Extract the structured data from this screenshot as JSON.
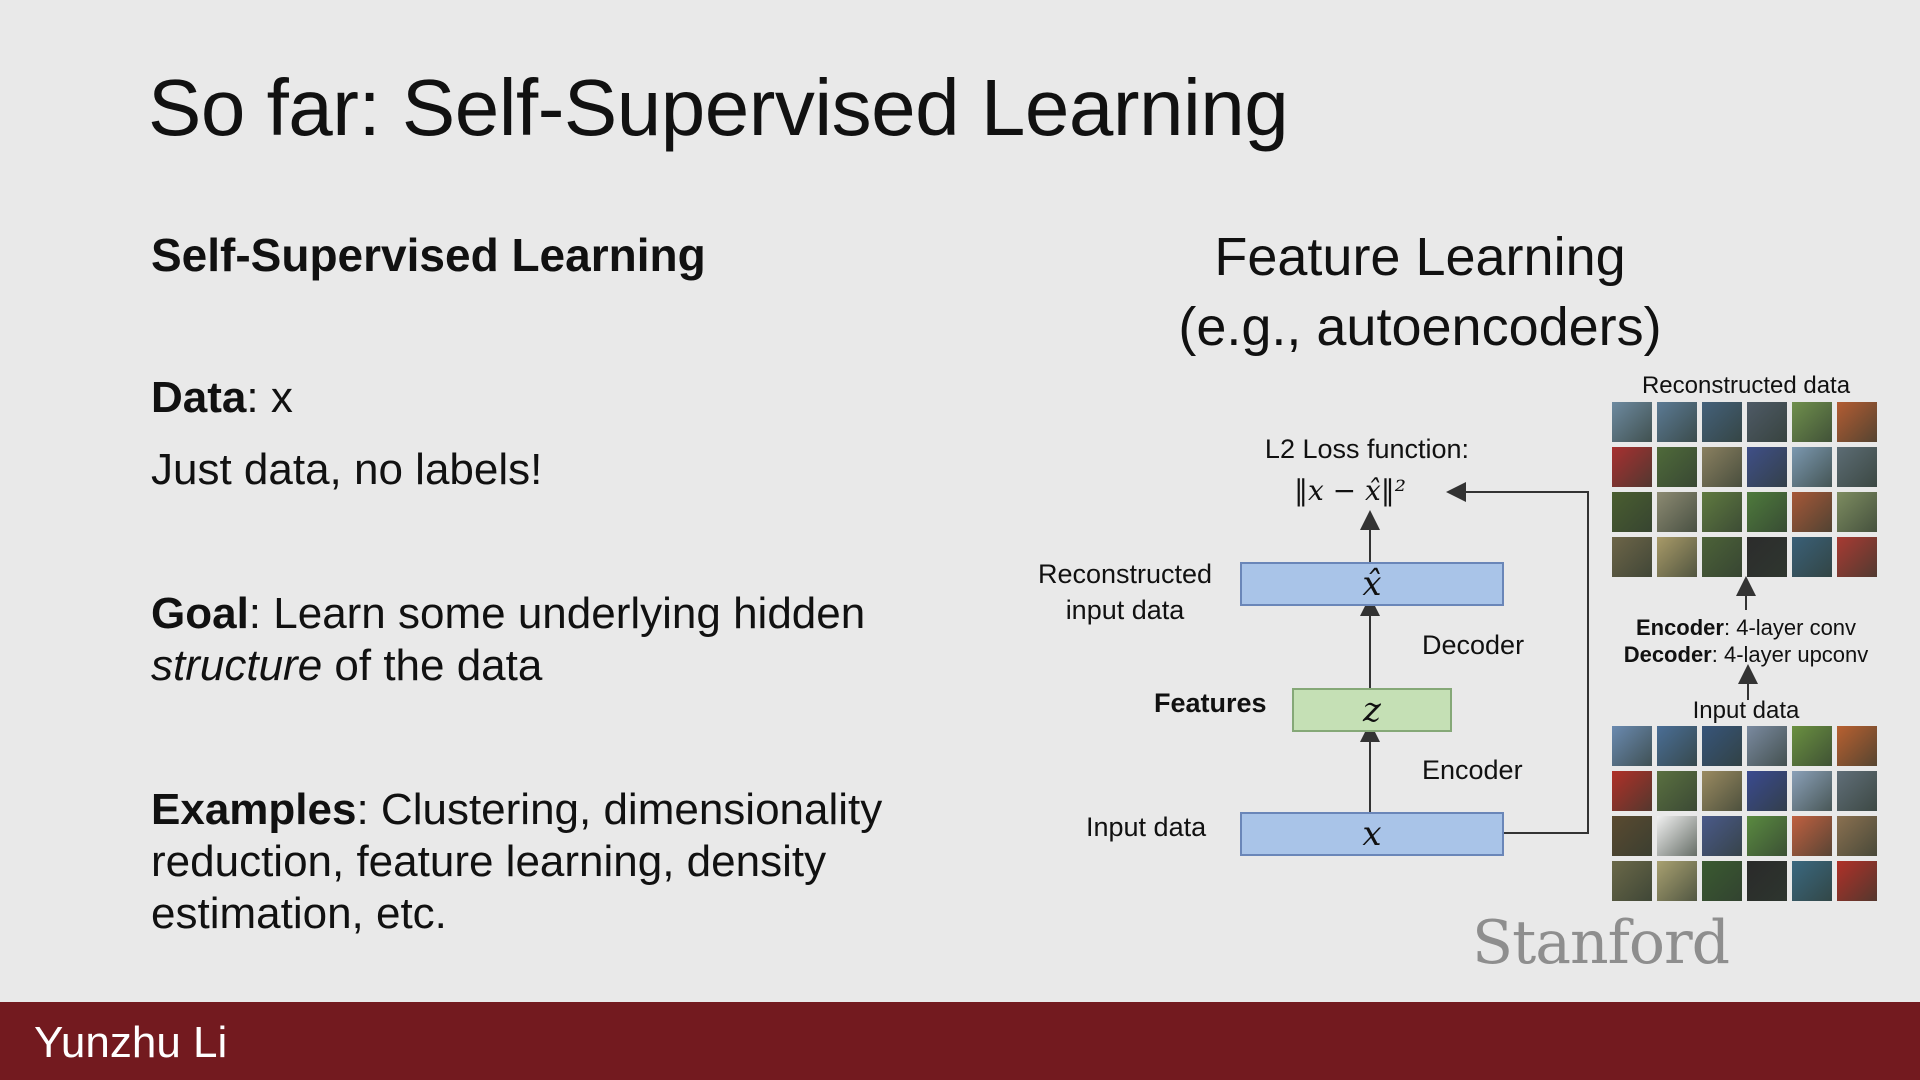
{
  "slide": {
    "title": "So far: Self-Supervised Learning",
    "left": {
      "heading": "Self-Supervised Learning",
      "data_label": "Data",
      "data_value": ": x",
      "just_data": "Just data, no labels!",
      "goal_label": "Goal",
      "goal_text_1": ": Learn some underlying hidden",
      "goal_italic": "structure",
      "goal_text_2": " of the data",
      "examples_label": "Examples",
      "examples_text_1": ": Clustering, dimensionality",
      "examples_text_2": "reduction, feature learning, density",
      "examples_text_3": "estimation, etc."
    },
    "right": {
      "title_line1": "Feature Learning",
      "title_line2": "(e.g., autoencoders)",
      "loss_label": "L2 Loss function:",
      "loss_formula": "‖x − x̂‖²",
      "reconstructed_label_1": "Reconstructed",
      "reconstructed_label_2": "input data",
      "xhat": "x̂",
      "decoder": "Decoder",
      "features": "Features",
      "z": "z",
      "encoder": "Encoder",
      "input_label": "Input data",
      "x": "x",
      "grid_top_label": "Reconstructed data",
      "encoder_bold": "Encoder",
      "encoder_desc": ": 4-layer conv",
      "decoder_bold": "Decoder",
      "decoder_desc": ": 4-layer upconv",
      "grid_bottom_label": "Input data"
    },
    "watermark": "Stanford",
    "footer_name": "Yunzhu Li"
  },
  "colors": {
    "background": "#e9e9e9",
    "footer": "#731a1f",
    "blue_box": "#a9c4e8",
    "green_box": "#c5e0b5",
    "watermark": "#8e8e8e"
  },
  "thumbnails_top": [
    "#6d8aa0",
    "#5b7a94",
    "#44617a",
    "#4e5a66",
    "#6f8f4c",
    "#b35c32",
    "#a83030",
    "#4f6a3a",
    "#8a8060",
    "#3f4f88",
    "#7b98b0",
    "#5c6c74",
    "#4a5e30",
    "#8c8a72",
    "#5f7a40",
    "#4e7a3c",
    "#a65838",
    "#7d8c60",
    "#6d6548",
    "#a89a68",
    "#4c6238",
    "#2c2c2c",
    "#3a6078",
    "#a83a32"
  ],
  "thumbnails_bottom": [
    "#6a8ab0",
    "#4a6e96",
    "#37557a",
    "#7a8aa0",
    "#6a9040",
    "#b86030",
    "#b03028",
    "#5a7040",
    "#9a8a60",
    "#3a4a90",
    "#8aa0b8",
    "#606e78",
    "#5a4a30",
    "#f0f0f0",
    "#4a5a8a",
    "#5a8a40",
    "#c06040",
    "#8a7050",
    "#6a6848",
    "#a8a070",
    "#3a5a30",
    "#2a2a2a",
    "#3a6880",
    "#b03028"
  ]
}
